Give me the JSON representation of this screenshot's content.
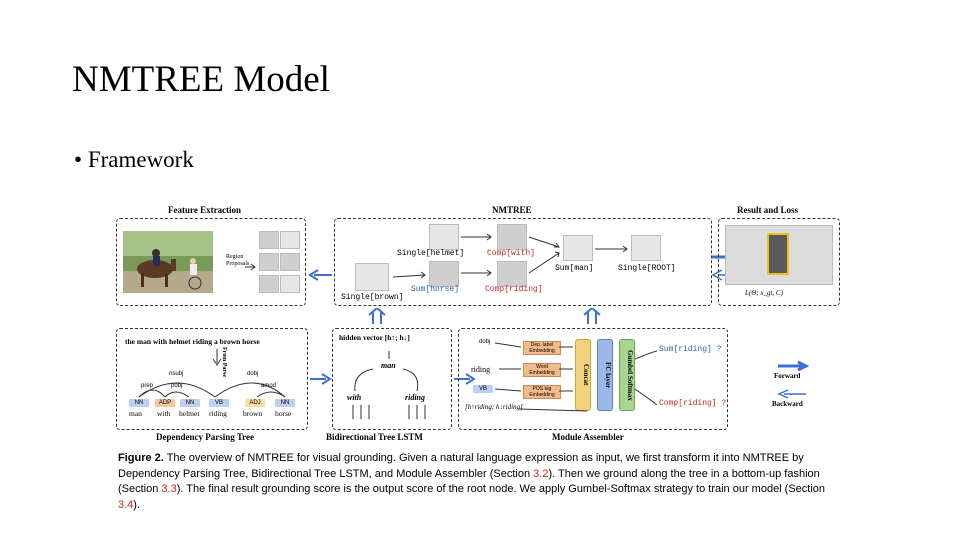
{
  "slide": {
    "title": "NMTREE Model",
    "bullet_marker": "•",
    "bullet": "Framework"
  },
  "figure": {
    "panels": {
      "feature_extraction": "Feature Extraction",
      "nmtree": "NMTREE",
      "result_loss": "Result and Loss",
      "dependency_tree": "Dependency Parsing Tree",
      "bi_tree_lstm": "Bidirectional Tree LSTM",
      "module_assembler": "Module Assembler"
    },
    "region_proposals": "Region Proposals",
    "modules": {
      "single_helmet": "Single[helmet]",
      "comp_with": "Comp[with]",
      "sum_man": "Sum[man]",
      "single_root": "Single[ROOT]",
      "sum_horse": "Sum[horse]",
      "comp_riding": "Comp[riding]",
      "single_brown": "Single[brown]"
    },
    "loss_label": "L(Θ; x_gt, C)",
    "sentence": "the man with helmet riding a brown horse",
    "parse_label": "Parse",
    "parse_from": "From",
    "deps": {
      "nsubj": "nsubj",
      "dobj": "dobj",
      "prep": "prep",
      "pobj": "pobj",
      "amod": "amod"
    },
    "pos_tags": [
      "NN",
      "ADP",
      "NN",
      "VB",
      "ADJ",
      "NN"
    ],
    "words": [
      "man",
      "with",
      "helmet",
      "riding",
      "brown",
      "horse"
    ],
    "hidden_vector": "hidden vector [h↑; h↓]",
    "lstm_nodes": {
      "root": "man",
      "left": "with",
      "right": "riding"
    },
    "assembler": {
      "dobj": "dobj",
      "riding": "riding",
      "vb": "VB",
      "dep_embed": "Dep. label Embedding",
      "word_embed": "Word Embedding",
      "pos_embed": "POS tag Embedding",
      "concat": "Concat",
      "fc": "FC layer",
      "gumbel": "Gumbel Softmax",
      "hidden": "[h↑riding; h↓riding]",
      "out_sum": "Sum[riding] ?",
      "out_comp": "Comp[riding] ?"
    },
    "legend": {
      "forward": "Forward",
      "backward": "Backward"
    },
    "colors": {
      "blue": "#2a62b8",
      "red": "#c8281e",
      "arrow": "#3b6fd0"
    }
  },
  "caption": {
    "label": "Figure 2.",
    "t1": " The overview of NMTREE for visual grounding. Given a natural language expression as input, we first transform it into NMTREE by Dependency Parsing Tree, Bidirectional Tree LSTM, and Module Assembler (Section ",
    "r1": "3.2",
    "t2": "). Then we ground along the tree in a bottom-up fashion (Section ",
    "r2": "3.3",
    "t3": "). The final result grounding score is the output score of the root node. We apply Gumbel-Softmax strategy to train our model (Section ",
    "r3": "3.4",
    "t4": ")."
  }
}
